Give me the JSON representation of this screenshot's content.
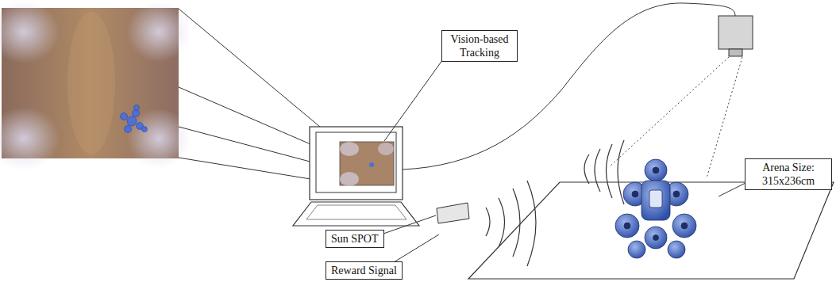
{
  "diagram": {
    "nodes": [
      {
        "text": [
          "Vision-based Tracking"
        ]
      },
      {
        "text": [
          "Arena Size: 315x236cm"
        ]
      },
      {
        "text": [
          "Sun SPOT"
        ]
      },
      {
        "text": [
          "Reward Signal"
        ]
      }
    ]
  }
}
